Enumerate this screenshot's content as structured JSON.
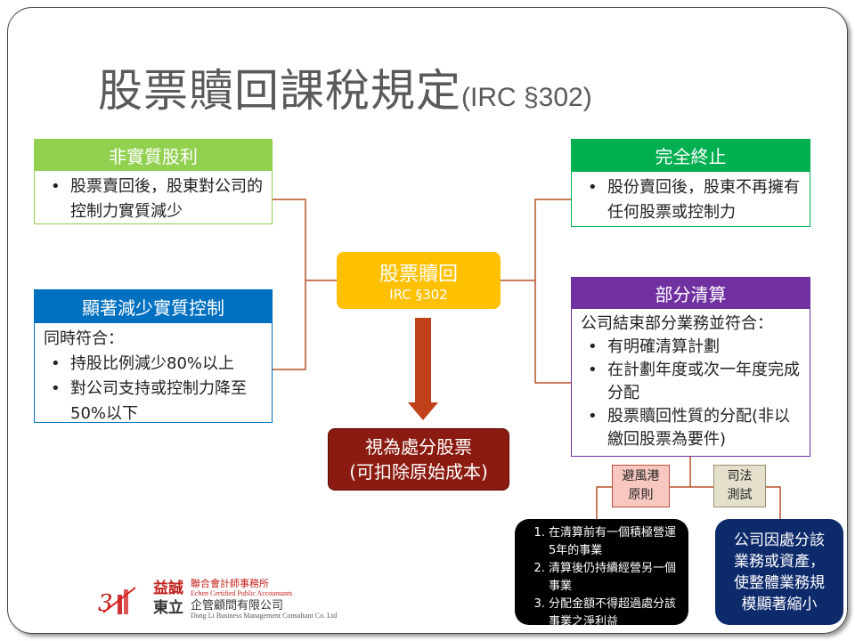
{
  "title": {
    "main": "股票贖回課稅規定",
    "sub": "(IRC §302)"
  },
  "left_top": {
    "header": "非實質股利",
    "bullets": [
      "股票賣回後，股東對公司的控制力實質減少"
    ]
  },
  "left_bottom": {
    "header": "顯著減少實質控制",
    "intro": "同時符合：",
    "bullets": [
      "持股比例減少80%以上",
      "對公司支持或控制力降至50%以下"
    ]
  },
  "center": {
    "title": "股票贖回",
    "sub": "IRC §302"
  },
  "result": {
    "line1": "視為處分股票",
    "line2": "(可扣除原始成本)"
  },
  "right_top": {
    "header": "完全終止",
    "bullets": [
      "股份賣回後，股東不再擁有任何股票或控制力"
    ]
  },
  "right_bottom": {
    "header": "部分清算",
    "intro": "公司結束部分業務並符合：",
    "bullets": [
      "有明確清算計劃",
      "在計劃年度或次一年度完成分配",
      "股票贖回性質的分配(非以繳回股票為要件)"
    ]
  },
  "safe_harbor": {
    "label": "避風港原則",
    "items": [
      "在清算前有一個積極營運5年的事業",
      "清算後仍持續經營另一個事業",
      "分配金額不得超過處分該事業之淨利益"
    ]
  },
  "judicial": {
    "label": "司法測試",
    "text": "公司因處分該業務或資產，使整體業務規模顯著縮小"
  },
  "logo": {
    "brand1": "益誠",
    "brand2": "東立",
    "line1": "聯合會計師事務所",
    "line1_en": "Echen Certified Public Accountants",
    "line2": "企管顧問有限公司",
    "line2_en": "Dong Li Business Management Consultant Co. Ltd"
  },
  "colors": {
    "green_light": "#92d050",
    "blue": "#0070c0",
    "green": "#00b050",
    "purple": "#7030a0",
    "orange": "#ffc000",
    "dark_red": "#8b1a10",
    "navy": "#0d2a6b",
    "line": "#b5522a"
  }
}
